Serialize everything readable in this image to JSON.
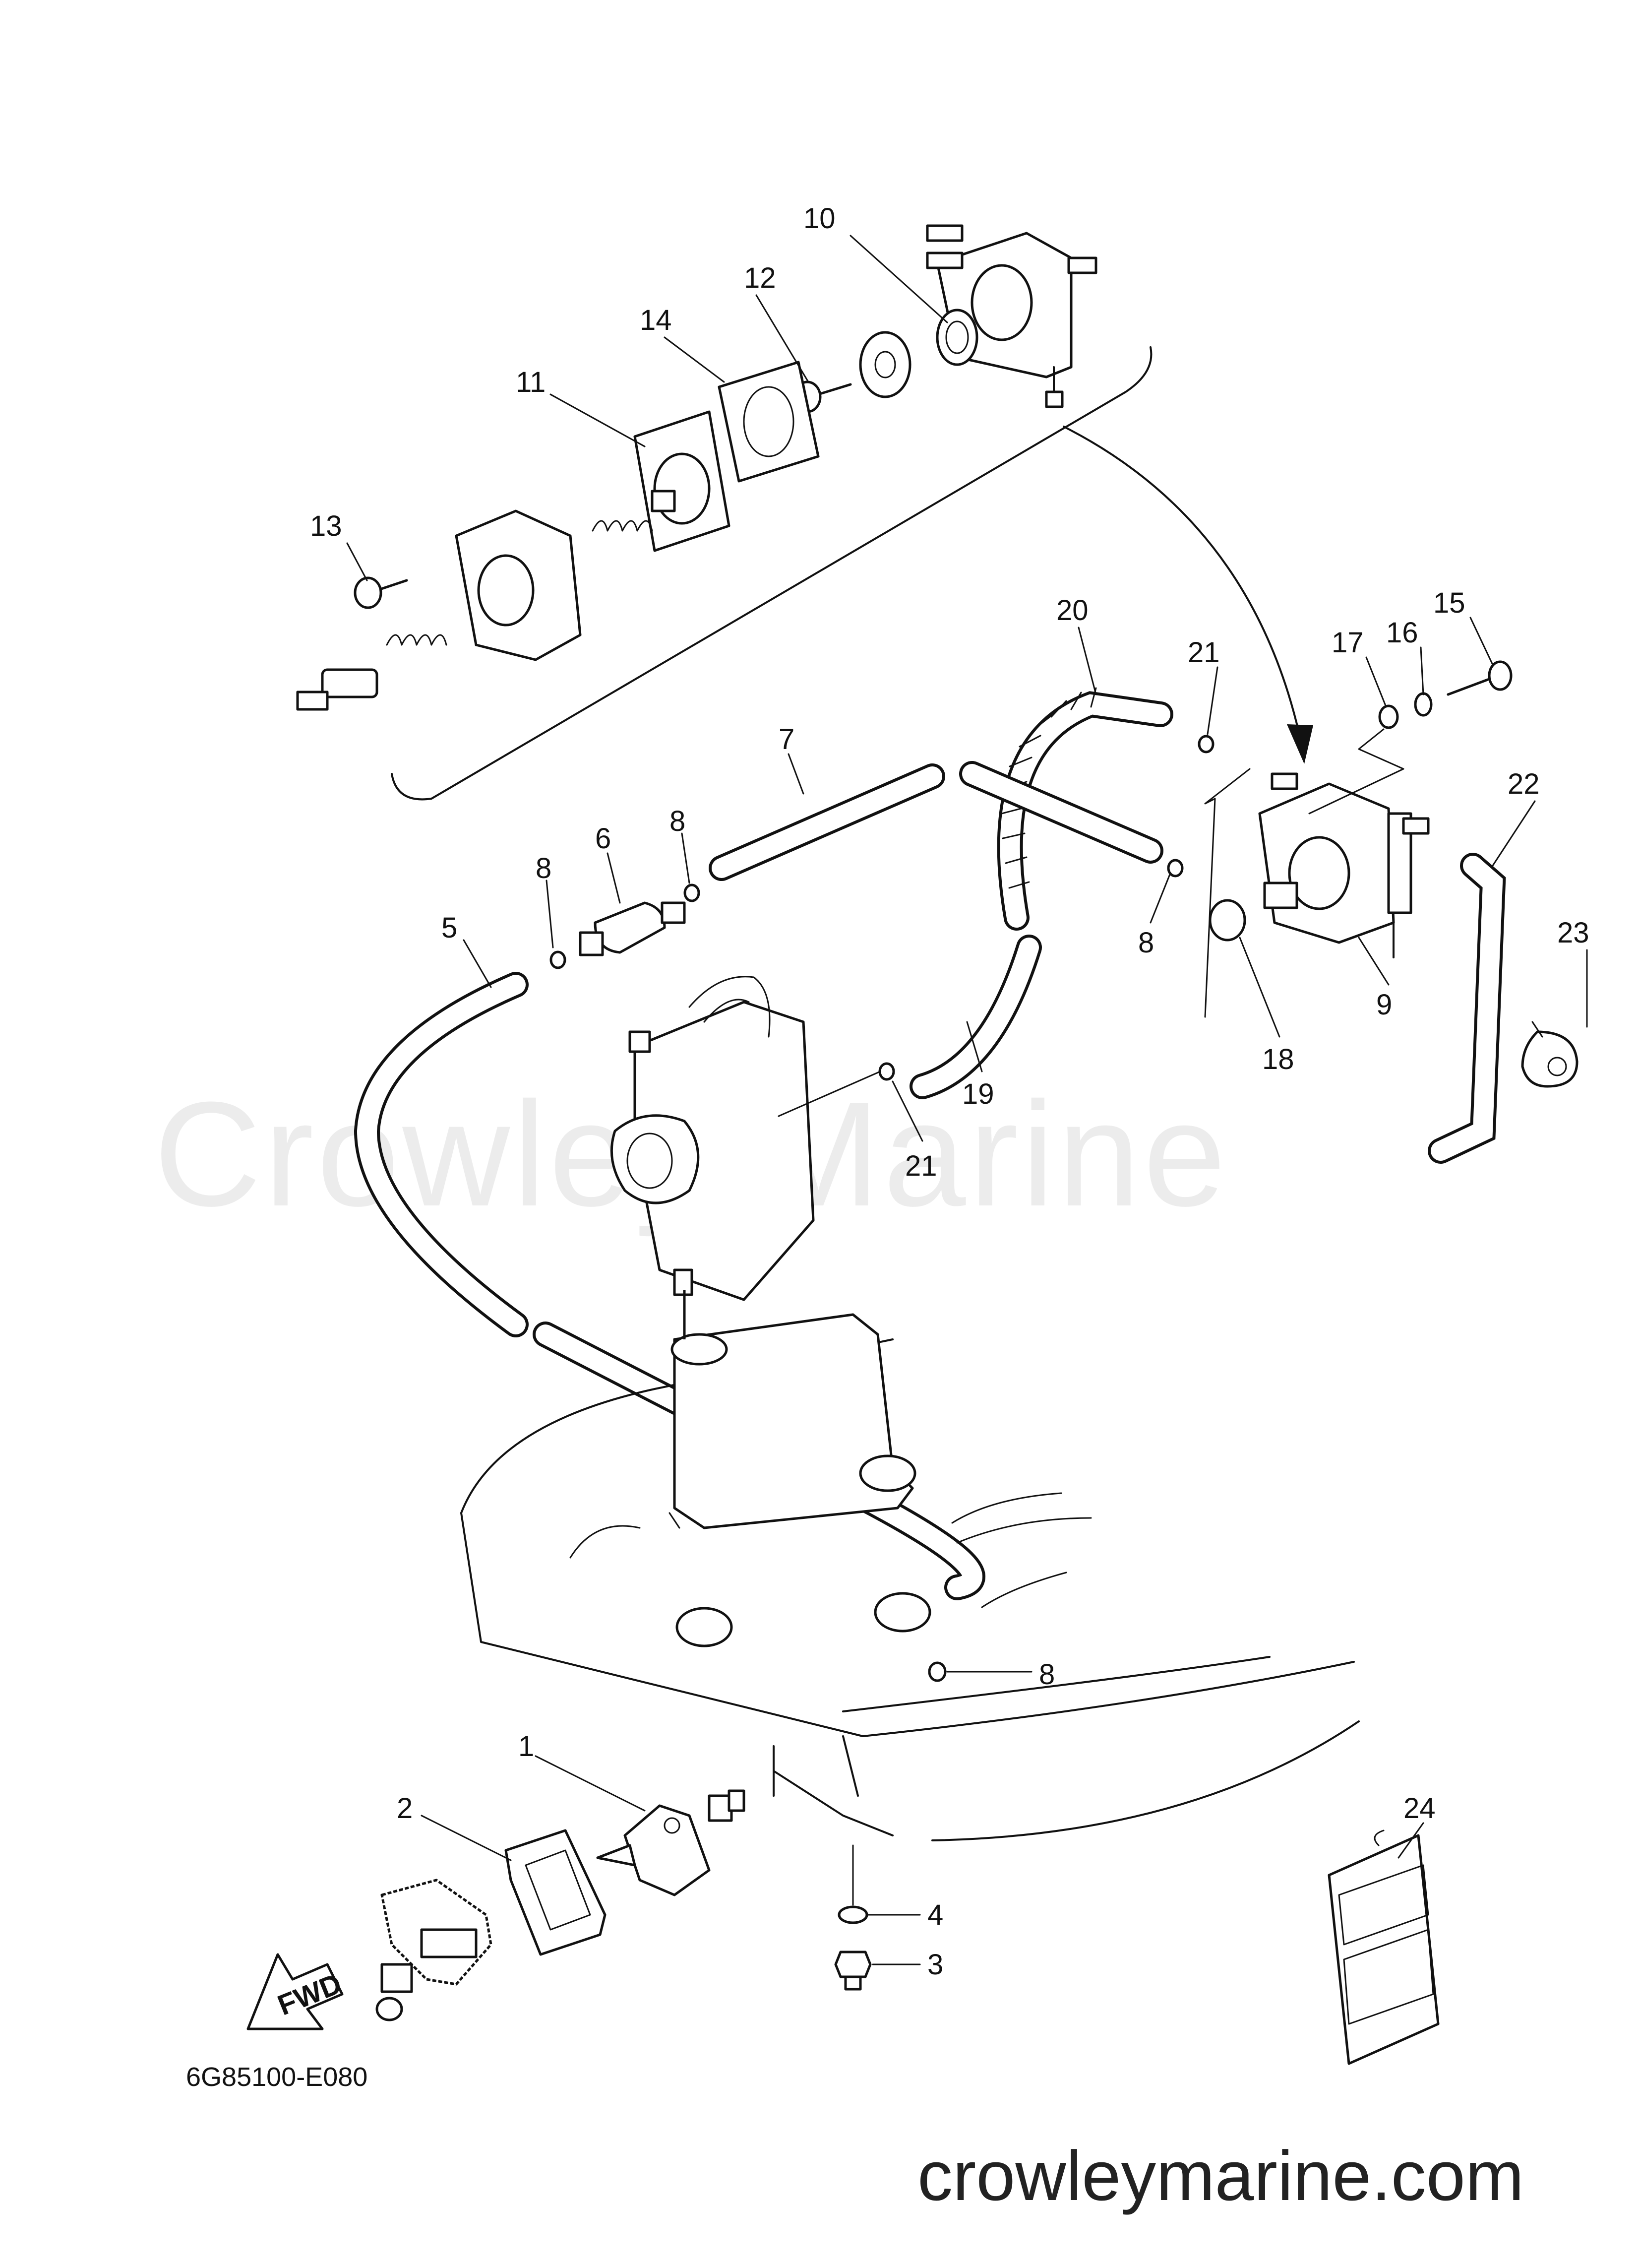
{
  "watermark": "Crowley Marine",
  "footer_url": "crowleymarine.com",
  "diagram_code": "6G85100-E080",
  "fwd_label": "FWD",
  "callouts": [
    {
      "id": "c1",
      "label": "1"
    },
    {
      "id": "c2",
      "label": "2"
    },
    {
      "id": "c3",
      "label": "3"
    },
    {
      "id": "c4",
      "label": "4"
    },
    {
      "id": "c5",
      "label": "5"
    },
    {
      "id": "c6",
      "label": "6"
    },
    {
      "id": "c7",
      "label": "7"
    },
    {
      "id": "c8a",
      "label": "8"
    },
    {
      "id": "c8b",
      "label": "8"
    },
    {
      "id": "c8c",
      "label": "8"
    },
    {
      "id": "c8d",
      "label": "8"
    },
    {
      "id": "c9",
      "label": "9"
    },
    {
      "id": "c10",
      "label": "10"
    },
    {
      "id": "c11",
      "label": "11"
    },
    {
      "id": "c12",
      "label": "12"
    },
    {
      "id": "c13",
      "label": "13"
    },
    {
      "id": "c14",
      "label": "14"
    },
    {
      "id": "c15",
      "label": "15"
    },
    {
      "id": "c16",
      "label": "16"
    },
    {
      "id": "c17",
      "label": "17"
    },
    {
      "id": "c18",
      "label": "18"
    },
    {
      "id": "c19",
      "label": "19"
    },
    {
      "id": "c20",
      "label": "20"
    },
    {
      "id": "c21a",
      "label": "21"
    },
    {
      "id": "c21b",
      "label": "21"
    },
    {
      "id": "c22",
      "label": "22"
    },
    {
      "id": "c23",
      "label": "23"
    },
    {
      "id": "c24",
      "label": "24"
    }
  ]
}
